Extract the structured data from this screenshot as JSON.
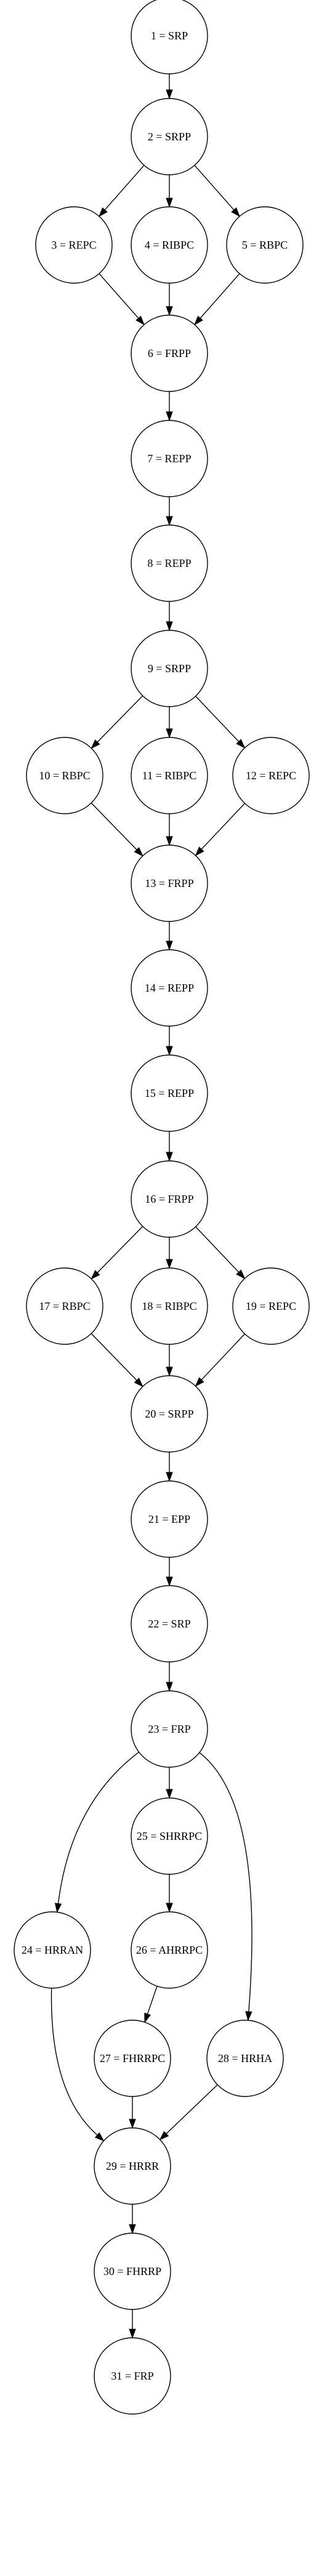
{
  "diagram": {
    "nodes": [
      {
        "id": 1,
        "label": "1 = SRP"
      },
      {
        "id": 2,
        "label": "2 = SRPP"
      },
      {
        "id": 3,
        "label": "3 = REPC"
      },
      {
        "id": 4,
        "label": "4 = RIBPC"
      },
      {
        "id": 5,
        "label": "5 = RBPC"
      },
      {
        "id": 6,
        "label": "6 = FRPP"
      },
      {
        "id": 7,
        "label": "7 = REPP"
      },
      {
        "id": 8,
        "label": "8 = REPP"
      },
      {
        "id": 9,
        "label": "9 = SRPP"
      },
      {
        "id": 10,
        "label": "10 = RBPC"
      },
      {
        "id": 11,
        "label": "11 = RIBPC"
      },
      {
        "id": 12,
        "label": "12 = REPC"
      },
      {
        "id": 13,
        "label": "13 = FRPP"
      },
      {
        "id": 14,
        "label": "14 = REPP"
      },
      {
        "id": 15,
        "label": "15 = REPP"
      },
      {
        "id": 16,
        "label": "16 = FRPP"
      },
      {
        "id": 17,
        "label": "17 = RBPC"
      },
      {
        "id": 18,
        "label": "18 = RIBPC"
      },
      {
        "id": 19,
        "label": "19 = REPC"
      },
      {
        "id": 20,
        "label": "20 = SRPP"
      },
      {
        "id": 21,
        "label": "21 = EPP"
      },
      {
        "id": 22,
        "label": "22 = SRP"
      },
      {
        "id": 23,
        "label": "23 = FRP"
      },
      {
        "id": 24,
        "label": "24 = HRRAN"
      },
      {
        "id": 25,
        "label": "25 = SHRRPC"
      },
      {
        "id": 26,
        "label": "26 = AHRRPC"
      },
      {
        "id": 27,
        "label": "27 = FHRRPC"
      },
      {
        "id": 28,
        "label": "28 = HRHA"
      },
      {
        "id": 29,
        "label": "29 = HRRR"
      },
      {
        "id": 30,
        "label": "30 = FHRRP"
      },
      {
        "id": 31,
        "label": "31 = FRP"
      }
    ],
    "edges": [
      [
        1,
        2
      ],
      [
        2,
        3
      ],
      [
        2,
        4
      ],
      [
        2,
        5
      ],
      [
        3,
        6
      ],
      [
        4,
        6
      ],
      [
        5,
        6
      ],
      [
        6,
        7
      ],
      [
        7,
        8
      ],
      [
        8,
        9
      ],
      [
        9,
        10
      ],
      [
        9,
        11
      ],
      [
        9,
        12
      ],
      [
        10,
        13
      ],
      [
        11,
        13
      ],
      [
        12,
        13
      ],
      [
        13,
        14
      ],
      [
        14,
        15
      ],
      [
        15,
        16
      ],
      [
        16,
        17
      ],
      [
        16,
        18
      ],
      [
        16,
        19
      ],
      [
        17,
        20
      ],
      [
        18,
        20
      ],
      [
        19,
        20
      ],
      [
        20,
        21
      ],
      [
        21,
        22
      ],
      [
        22,
        23
      ],
      [
        23,
        24
      ],
      [
        23,
        25
      ],
      [
        23,
        28
      ],
      [
        25,
        26
      ],
      [
        26,
        27
      ],
      [
        24,
        29
      ],
      [
        27,
        29
      ],
      [
        28,
        29
      ],
      [
        29,
        30
      ],
      [
        30,
        31
      ]
    ]
  }
}
